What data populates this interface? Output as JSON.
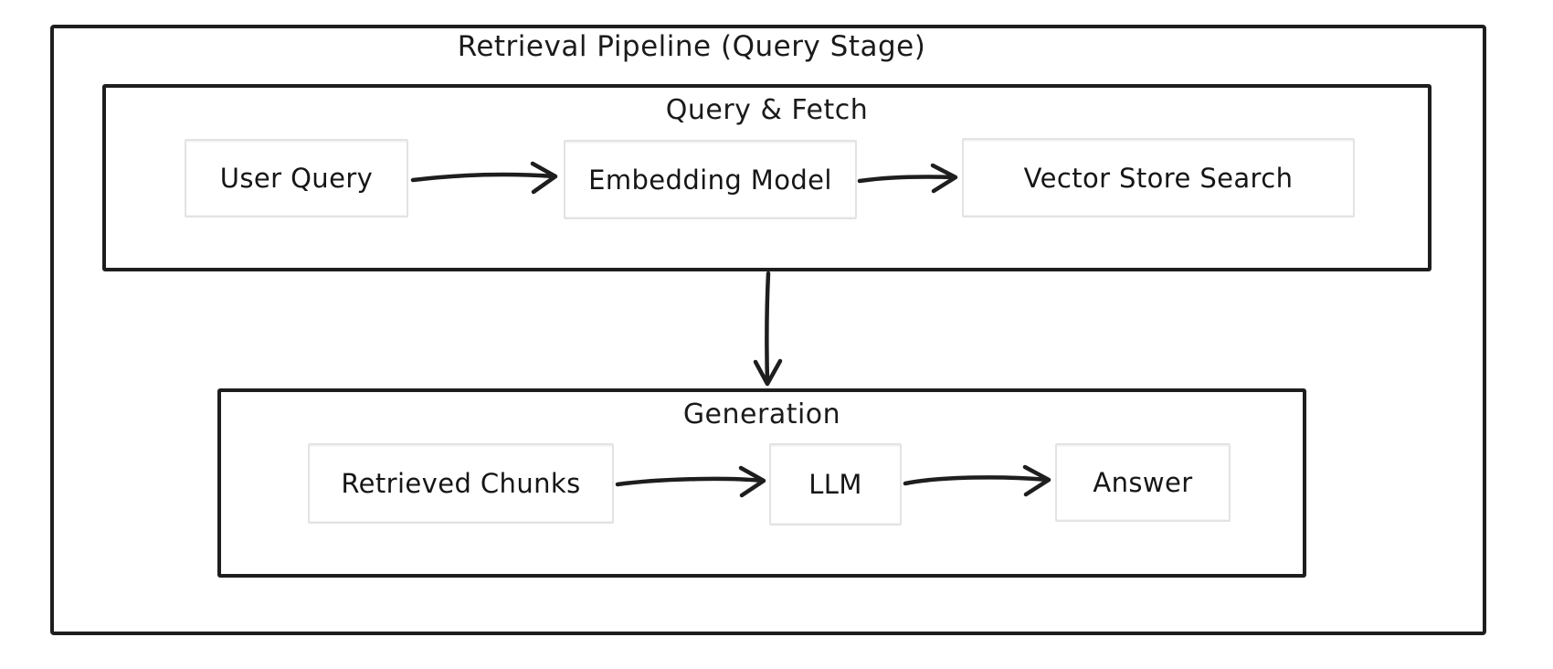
{
  "diagram": {
    "title": "Retrieval Pipeline (Query Stage)",
    "groups": [
      {
        "label": "Query & Fetch",
        "nodes": [
          {
            "label": "User Query"
          },
          {
            "label": "Embedding Model"
          },
          {
            "label": "Vector Store Search"
          }
        ]
      },
      {
        "label": "Generation",
        "nodes": [
          {
            "label": "Retrieved Chunks"
          },
          {
            "label": "LLM"
          },
          {
            "label": "Answer"
          }
        ]
      }
    ],
    "edges": [
      {
        "from": "User Query",
        "to": "Embedding Model"
      },
      {
        "from": "Embedding Model",
        "to": "Vector Store Search"
      },
      {
        "from": "Query & Fetch",
        "to": "Generation"
      },
      {
        "from": "Retrieved Chunks",
        "to": "LLM"
      },
      {
        "from": "LLM",
        "to": "Answer"
      }
    ],
    "colors": {
      "stroke": "#1e1e1e",
      "node_border": "#e3e3e3",
      "background": "#ffffff",
      "text": "#1a1a1a"
    }
  }
}
